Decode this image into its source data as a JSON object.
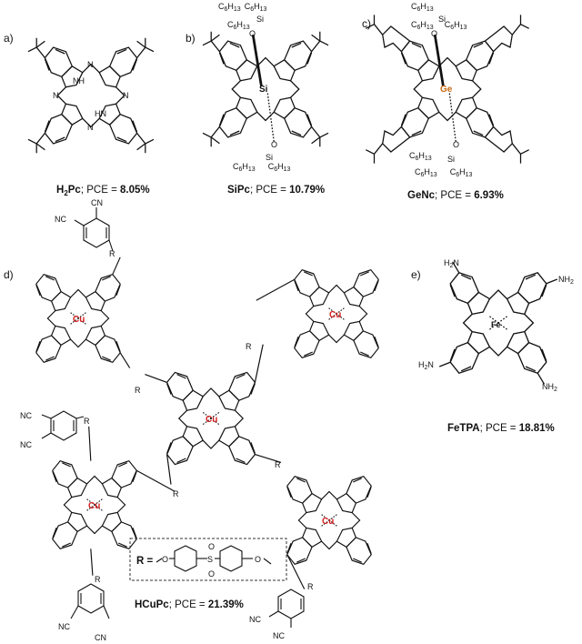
{
  "labels": {
    "a": "a)",
    "b": "b)",
    "c": "c)",
    "d": "d)",
    "e": "e)"
  },
  "captions": {
    "h2pc": {
      "name_main": "H",
      "name_sub": "2",
      "name_rest": "Pc",
      "sep": "; PCE = ",
      "value": "8.05%"
    },
    "sipc": {
      "name": "SiPc",
      "sep": "; PCE = ",
      "value": "10.79%"
    },
    "genc": {
      "name": "GeNc",
      "sep": "; PCE = ",
      "value": "6.93%"
    },
    "fetpa": {
      "name": "FeTPA",
      "sep": "; PCE = ",
      "value": "18.81%"
    },
    "hcupc": {
      "name": "HCuPc",
      "sep": "; PCE = ",
      "value": "21.39%"
    }
  },
  "atoms": {
    "N": "N",
    "NH": "NH",
    "HN": "HN",
    "Si": "Si",
    "Ge": "Ge",
    "Cu": "Cu",
    "Fe": "Fe",
    "O": "O",
    "NH2": "NH",
    "H2N": "H",
    "two": "2",
    "CN": "CN",
    "NC": "NC",
    "S": "S",
    "R": "R",
    "R_eq": "R ="
  },
  "silyl": {
    "c6": "C",
    "h13": "H",
    "six": "6",
    "thirteen": "13"
  },
  "colors": {
    "copper": "#d62020",
    "germanium": "#c86a14",
    "silicon": "#111111",
    "iron": "#111111",
    "bond": "#111111"
  }
}
